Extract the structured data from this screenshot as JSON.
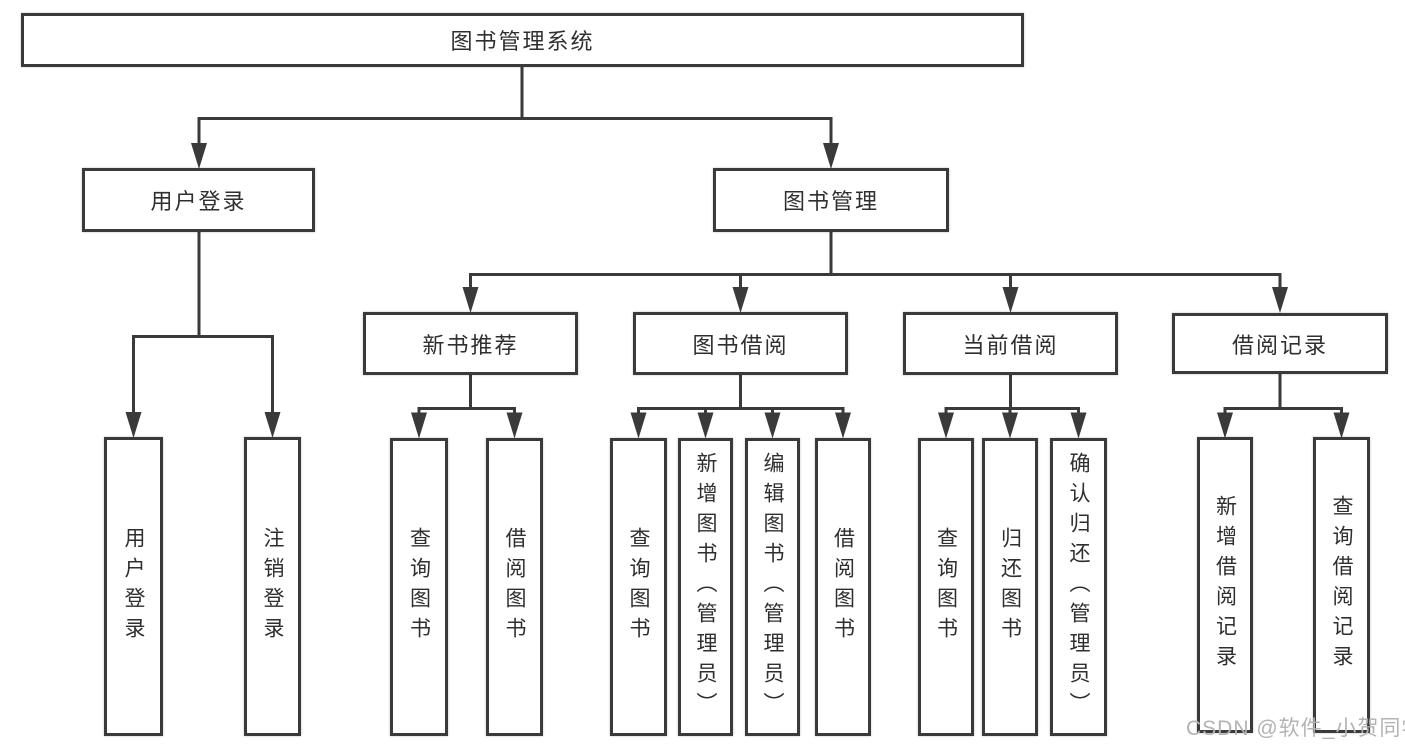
{
  "diagram": {
    "root": "图书管理系统",
    "branches": [
      {
        "label": "用户登录",
        "children": [
          "用户登录",
          "注销登录"
        ]
      },
      {
        "label": "图书管理",
        "children": [
          {
            "label": "新书推荐",
            "children": [
              "查询图书",
              "借阅图书"
            ]
          },
          {
            "label": "图书借阅",
            "children": [
              "查询图书",
              "新增图书（管理员）",
              "编辑图书（管理员）",
              "借阅图书"
            ]
          },
          {
            "label": "当前借阅",
            "children": [
              "查询图书",
              "归还图书",
              "确认归还（管理员）"
            ]
          },
          {
            "label": "借阅记录",
            "children": [
              "新增借阅记录",
              "查询借阅记录"
            ]
          }
        ]
      }
    ]
  },
  "watermark": "CSDN @软件_小贺同学",
  "colors": {
    "line": "#3a3a3a",
    "box_background": "#ffffff",
    "text": "#2f2f2f",
    "watermark": "#b3b3b3"
  }
}
